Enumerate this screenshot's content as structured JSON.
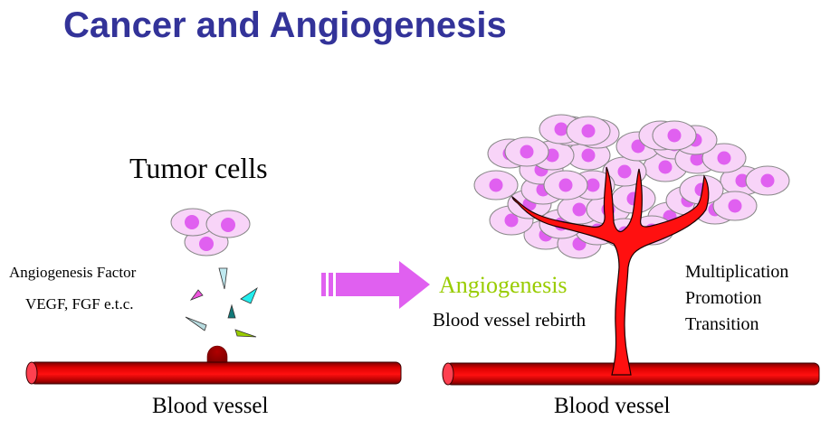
{
  "title": "Cancer and Angiogenesis",
  "left_panel": {
    "tumor_label": "Tumor cells",
    "factor_label": "Angiogenesis Factor",
    "factor_examples": "VEGF, FGF e.t.c.",
    "vessel_label": "Blood vessel"
  },
  "arrow": {
    "icon": "right-arrow-icon",
    "color": "#e060f0"
  },
  "right_panel": {
    "process_label": "Angiogenesis",
    "process_sublabel": "Blood vessel rebirth",
    "stages": [
      "Multiplication",
      "Promotion",
      "Transition"
    ],
    "vessel_label": "Blood vessel"
  },
  "colors": {
    "title": "#333399",
    "cell_body": "#f8d4f8",
    "cell_outline": "#888888",
    "nucleus": "#e060f0",
    "vessel": "#ee0000",
    "vessel_dark": "#8b0000",
    "angiogenesis_text": "#99cc00",
    "factor_shapes": [
      "#bfe9f0",
      "#ee55dd",
      "#22eeee",
      "#117a7a",
      "#b8dce0",
      "#99cc00"
    ]
  }
}
